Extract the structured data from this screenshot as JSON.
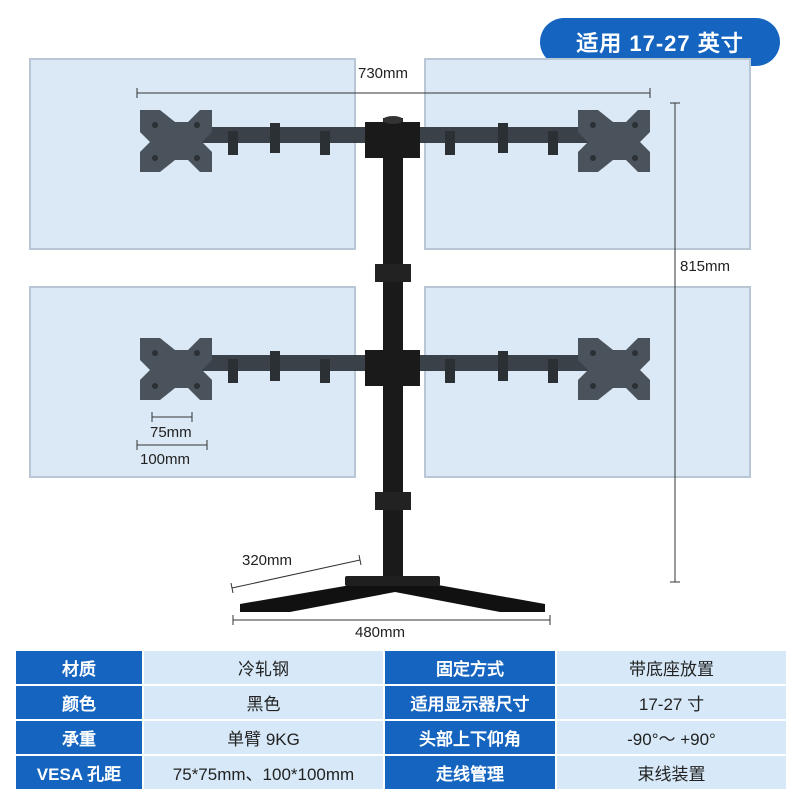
{
  "badge": "适用 17-27 英寸",
  "dimensions": {
    "width_total": "730mm",
    "height_total": "815mm",
    "vesa_small": "75mm",
    "vesa_large": "100mm",
    "base_depth": "320mm",
    "base_width": "480mm"
  },
  "colors": {
    "accent": "#1565c0",
    "cell": "#d7e9f8",
    "screen": "#dbe8f5",
    "metal": "#1a1a1a",
    "bracket": "#4a525b"
  },
  "specs": [
    {
      "k1": "材质",
      "v1": "冷轧钢",
      "k2": "固定方式",
      "v2": "带底座放置"
    },
    {
      "k1": "颜色",
      "v1": "黑色",
      "k2": "适用显示器尺寸",
      "v2": "17-27 寸"
    },
    {
      "k1": "承重",
      "v1": "单臂 9KG",
      "k2": "头部上下仰角",
      "v2": "-90°～ +90°"
    },
    {
      "k1": "VESA 孔距",
      "v1": "75*75mm、100*100mm",
      "k2": "走线管理",
      "v2": "束线装置"
    }
  ]
}
